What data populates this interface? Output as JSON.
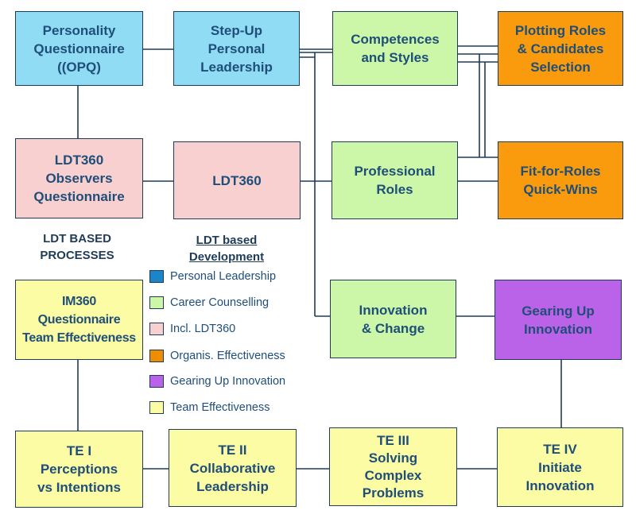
{
  "boxes": {
    "personality_questionnaire": "Personality\nQuestionnaire\n((OPQ)",
    "step_up_personal_leadership": "Step-Up\nPersonal\nLeadership",
    "competences_and_styles": "Competences\nand Styles",
    "plotting_roles": "Plotting Roles\n& Candidates\nSelection",
    "ldt360_observers": "LDT360\nObservers\nQuestionnaire",
    "ldt360": "LDT360",
    "professional_roles": "Professional\nRoles",
    "fit_for_roles": "Fit-for-Roles\nQuick-Wins",
    "im360": "IM360\nQuestionnaire\nTeam Effectiveness",
    "innovation_change": "Innovation\n& Change",
    "gearing_up_innovation": "Gearing Up\nInnovation",
    "te1": "TE I\nPerceptions\nvs Intentions",
    "te2": "TE II\nCollaborative\nLeadership",
    "te3": "TE III\nSolving\nComplex\nProblems",
    "te4": "TE IV\nInitiate\nInnovation"
  },
  "headings": {
    "ldt_based_processes": "LDT BASED\nPROCESSES",
    "ldt_based_development": "LDT based\nDevelopment"
  },
  "legend": [
    {
      "label": "Personal Leadership",
      "color": "#1a86c8"
    },
    {
      "label": "Career Counselling",
      "color": "#ccf7a8"
    },
    {
      "label": "Incl. LDT360",
      "color": "#f9d0d0"
    },
    {
      "label": "Organis. Effectiveness",
      "color": "#f08c00"
    },
    {
      "label": "Gearing Up Innovation",
      "color": "#bb63e8"
    },
    {
      "label": "Team Effectiveness",
      "color": "#fbfca3"
    }
  ],
  "colors": {
    "connector": "#1f3b57",
    "text": "#1f4e79"
  }
}
